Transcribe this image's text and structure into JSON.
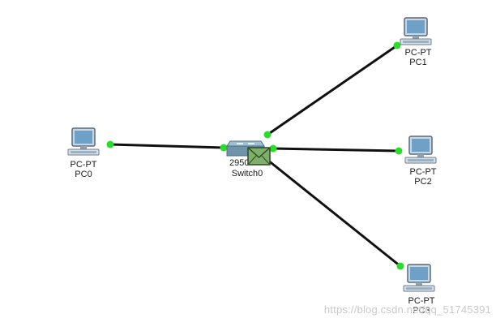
{
  "devices": {
    "pc0": {
      "type_label": "PC-PT",
      "name": "PC0"
    },
    "pc1": {
      "type_label": "PC-PT",
      "name": "PC1"
    },
    "pc2": {
      "type_label": "PC-PT",
      "name": "PC2"
    },
    "pc3": {
      "type_label": "PC-PT",
      "name": "PC3"
    },
    "switch0": {
      "type_label": "2950",
      "name": "Switch0"
    }
  },
  "links": [
    {
      "from": "PC0",
      "to": "Switch0",
      "status": "up"
    },
    {
      "from": "PC1",
      "to": "Switch0",
      "status": "up"
    },
    {
      "from": "PC2",
      "to": "Switch0",
      "status": "up"
    },
    {
      "from": "PC3",
      "to": "Switch0",
      "status": "up"
    }
  ],
  "pdu": {
    "icon": "envelope-icon",
    "color": "#7fb069"
  },
  "colors": {
    "link": "#111111",
    "link_up": "#2bdc2b",
    "switch": "#6f93a8"
  },
  "watermark": "https://blog.csdn.net/qq_51745391"
}
